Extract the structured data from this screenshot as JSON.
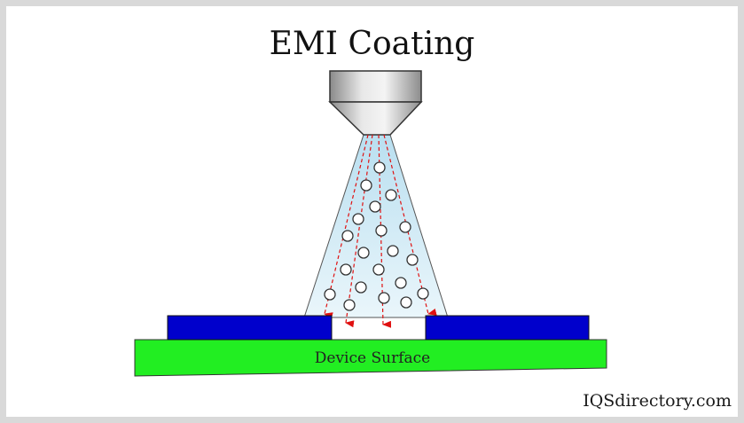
{
  "title": "EMI Coating",
  "surface_label": "Device Surface",
  "watermark": "IQSdirectory.com",
  "colors": {
    "frame": "#d9d9d9",
    "nozzle_body": "#c8c8c8",
    "spray_cone": "#d6ecf6",
    "particle_stroke": "#333333",
    "arrow": "#e01010",
    "mask": "#0000cc",
    "surface": "#22ee22"
  }
}
